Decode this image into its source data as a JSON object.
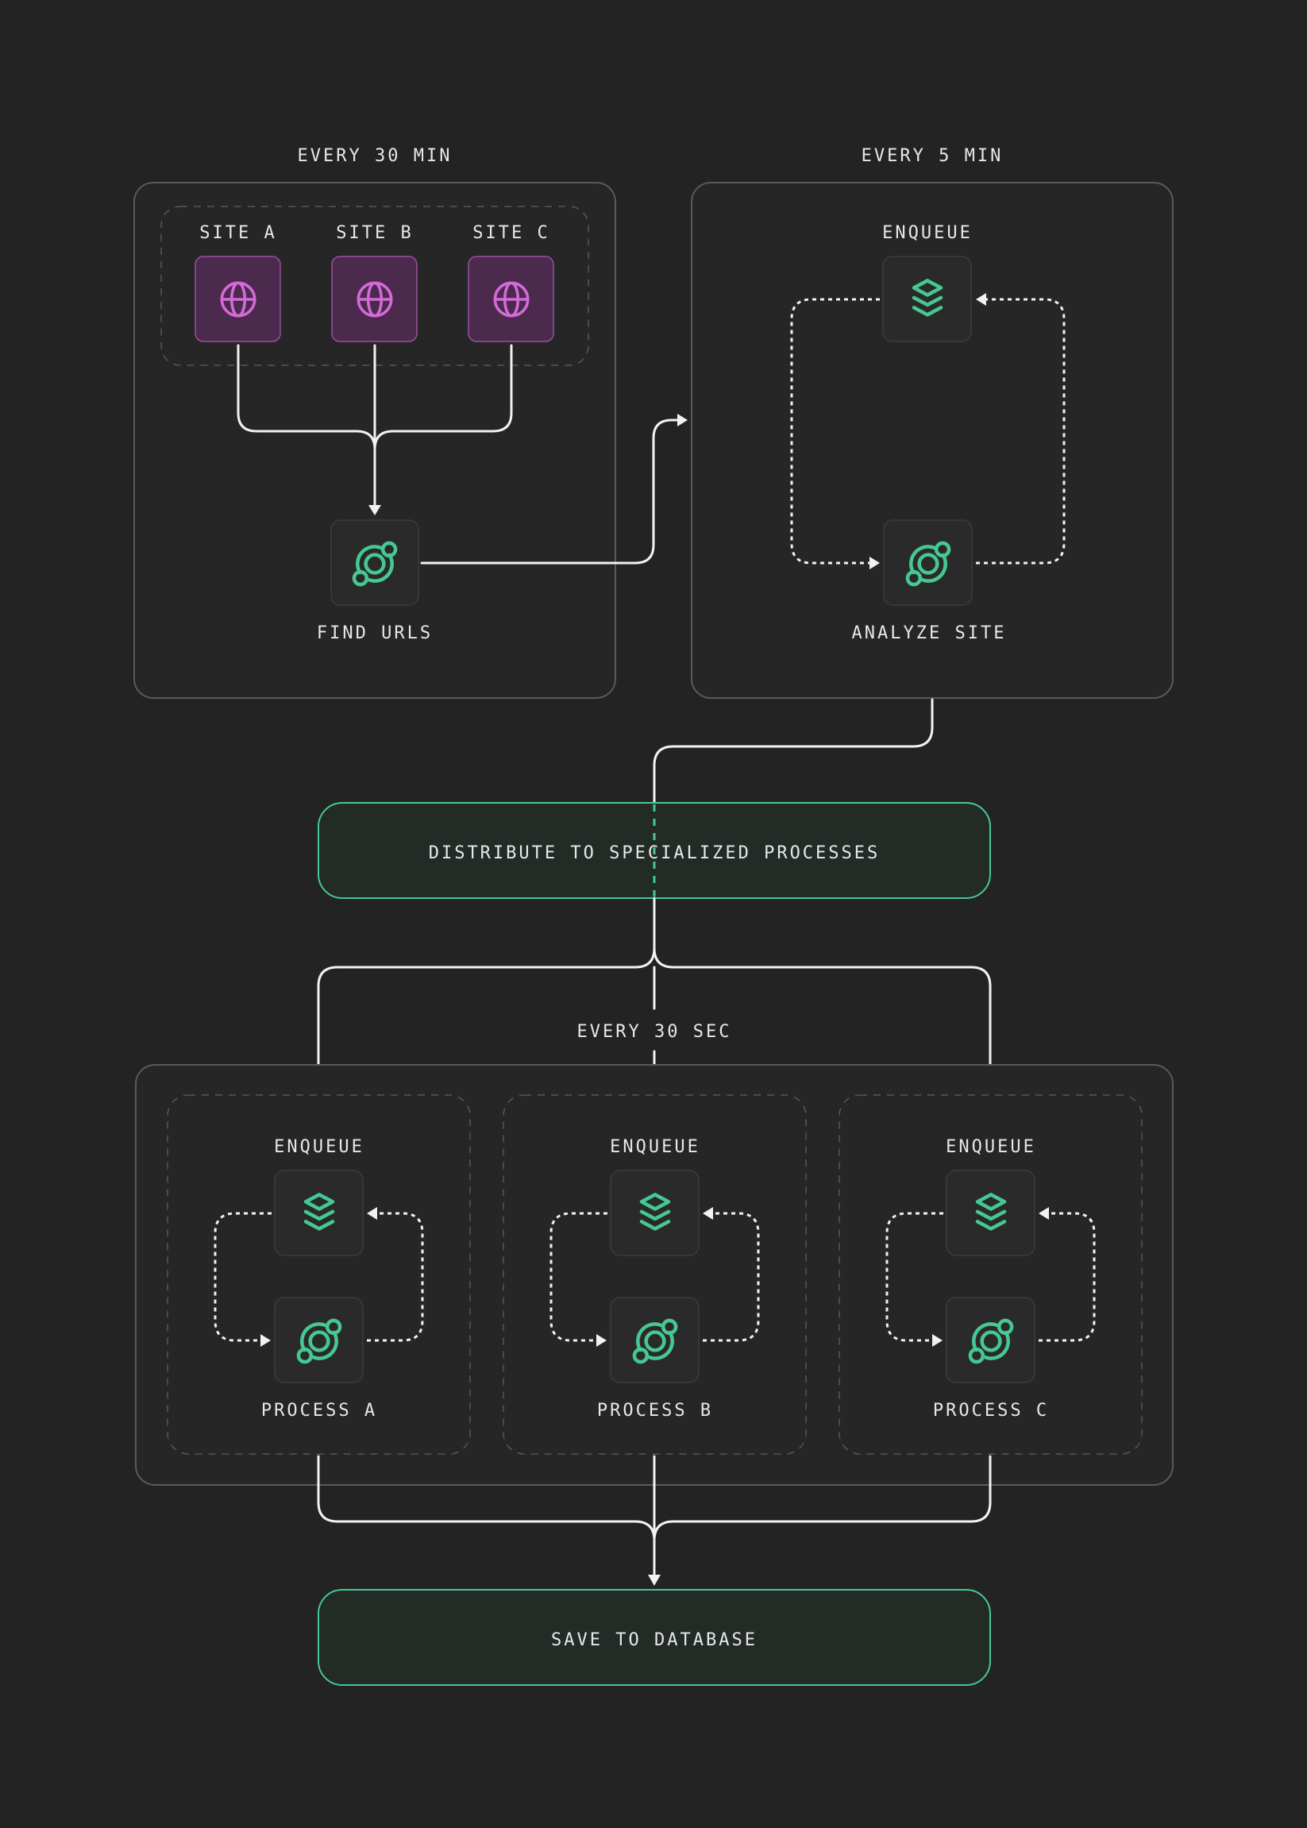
{
  "top_left": {
    "schedule": "EVERY 30 MIN",
    "sites": [
      "SITE A",
      "SITE B",
      "SITE C"
    ],
    "step_label": "FIND URLS"
  },
  "top_right": {
    "schedule": "EVERY 5 MIN",
    "queue_label": "ENQUEUE",
    "step_label": "ANALYZE SITE"
  },
  "distribute": {
    "label": "DISTRIBUTE TO SPECIALIZED PROCESSES"
  },
  "processes": {
    "schedule": "EVERY 30 SEC",
    "queue_label": "ENQUEUE",
    "items": [
      "PROCESS A",
      "PROCESS B",
      "PROCESS C"
    ]
  },
  "save": {
    "label": "SAVE TO DATABASE"
  },
  "icons": {
    "site": "globe-icon",
    "queue": "layers-icon",
    "worker": "orbit-icon"
  },
  "colors": {
    "background": "#232323",
    "accent_green": "#45c892",
    "accent_purple": "#d36ad8",
    "line": "#f2f2f2"
  }
}
